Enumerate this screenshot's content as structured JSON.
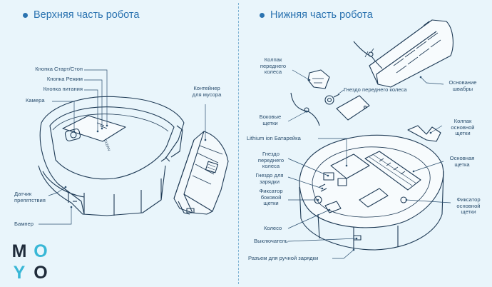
{
  "left": {
    "title": "Верхняя часть робота",
    "labels": {
      "start_stop": "Кнопка Старт/Стоп",
      "mode": "Кнопка Режим",
      "power": "Кнопка питания",
      "camera": "Камера",
      "container": "Контейнер для мусора",
      "obstacle_sensor": "Датчик препятствия",
      "bumper": "Бампер"
    },
    "panel_brand": "CLEAN"
  },
  "right": {
    "title": "Нижняя часть робота",
    "labels": {
      "front_wheel_cap": "Колпак переднего колеса",
      "front_wheel_socket": "Гнездо переднего колеса",
      "mop_base": "Основание швабры",
      "side_brushes": "Боковые щетки",
      "main_brush_cap": "Колпак основной щетки",
      "battery": "Lithium ion Батарейка",
      "front_wheel_socket2": "Гнездо переднего колеса",
      "main_brush": "Основная щетка",
      "charging_socket": "Гнездо для зарядки",
      "side_brush_lock": "Фиксатор боковой щетки",
      "main_brush_lock": "Фиксатор основной щетки",
      "wheel": "Колесо",
      "switch": "Выключатель",
      "manual_charge": "Разъем для ручной зарядки"
    }
  },
  "logo": {
    "letters": [
      "M",
      "O",
      "Y",
      "O"
    ]
  },
  "colors": {
    "background": "#e9f5fb",
    "accent": "#2b73b0",
    "line": "#1e3a55",
    "logo_dark": "#1f2b3a",
    "logo_light": "#38b7d6"
  }
}
